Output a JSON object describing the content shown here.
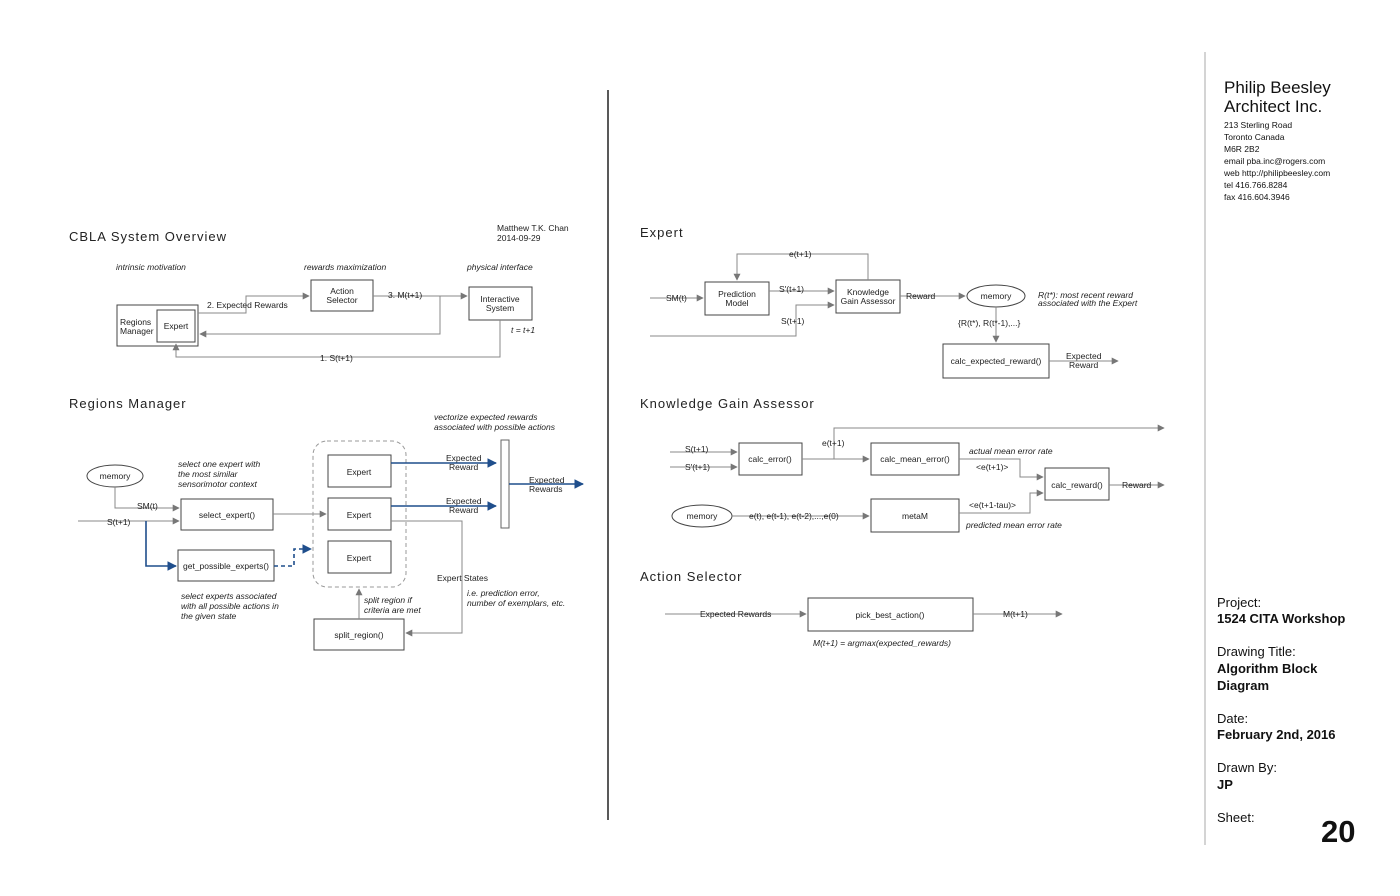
{
  "firm": {
    "name_line1": "Philip Beesley",
    "name_line2": "Architect Inc.",
    "address1": "213 Sterling Road",
    "address2": "Toronto Canada",
    "postal": "M6R 2B2",
    "email": "email  pba.inc@rogers.com",
    "web": "web  http://philipbeesley.com",
    "tel": "tel  416.766.8284",
    "fax": "fax  416.604.3946"
  },
  "title_block": {
    "project_label": "Project:",
    "project_value": "1524 CITA Workshop",
    "drawing_title_label": "Drawing Title:",
    "drawing_title_line1": "Algorithm Block",
    "drawing_title_line2": "Diagram",
    "date_label": "Date:",
    "date_value": "February 2nd, 2016",
    "drawn_by_label": "Drawn By:",
    "drawn_by_value": "JP",
    "sheet_label": "Sheet:",
    "sheet_number": "20"
  },
  "cbla": {
    "title": "CBLA System Overview",
    "author": "Matthew T.K. Chan",
    "date": "2014-09-29",
    "label_intrinsic": "intrinsic motivation",
    "label_rewards": "rewards maximization",
    "label_physical": "physical interface",
    "regions_manager_l1": "Regions",
    "regions_manager_l2": "Manager",
    "expert": "Expert",
    "action_selector_l1": "Action",
    "action_selector_l2": "Selector",
    "interactive_l1": "Interactive",
    "interactive_l2": "System",
    "edge_expected_rewards": "2. Expected Rewards",
    "edge_m": "3. M(t+1)",
    "edge_s": "1. S(t+1)",
    "t_eq": "t = t+1"
  },
  "regions": {
    "title": "Regions Manager",
    "vectorize_l1": "vectorize expected rewards",
    "vectorize_l2": "associated with possible actions",
    "memory": "memory",
    "select_note_l1": "select one expert with",
    "select_note_l2": "the most similar",
    "select_note_l3": "sensorimotor context",
    "sm": "SM(t)",
    "s": "S(t+1)",
    "select_expert": "select_expert()",
    "get_possible": "get_possible_experts()",
    "possible_note_l1": "select experts associated",
    "possible_note_l2": "with all possible actions in",
    "possible_note_l3": "the given state",
    "expert1": "Expert",
    "expert2": "Expert",
    "expert3": "Expert",
    "exp_reward_l1": "Expected",
    "exp_reward_l2": "Reward",
    "exp_rewards_l1": "Expected",
    "exp_rewards_l2": "Rewards",
    "expert_states": "Expert States",
    "states_note_l1": "i.e. prediction error,",
    "states_note_l2": "number of exemplars, etc.",
    "split_note_l1": "split region if",
    "split_note_l2": "criteria are met",
    "split_region": "split_region()"
  },
  "expert": {
    "title": "Expert",
    "e": "e(t+1)",
    "sm": "SM(t)",
    "prediction_l1": "Prediction",
    "prediction_l2": "Model",
    "s_prime": "S'(t+1)",
    "s": "S(t+1)",
    "kga_l1": "Knowledge",
    "kga_l2": "Gain Assessor",
    "reward": "Reward",
    "memory": "memory",
    "note_l1": "R(t*): most recent reward",
    "note_l2": "associated with the Expert",
    "r_list": "{R(t*), R(t*-1),...}",
    "calc": "calc_expected_reward()",
    "out_l1": "Expected",
    "out_l2": "Reward"
  },
  "kga": {
    "title": "Knowledge Gain Assessor",
    "s": "S(t+1)",
    "s_prime": "S'(t+1)",
    "calc_error": "calc_error()",
    "e": "e(t+1)",
    "calc_mean": "calc_mean_error()",
    "actual_note": "actual mean error rate",
    "e_avg": "<e(t+1)>",
    "calc_reward": "calc_reward()",
    "reward": "Reward",
    "memory": "memory",
    "e_list": "e(t), e(t-1), e(t-2),...,e(0)",
    "metam": "metaM",
    "e_tau": "<e(t+1-tau)>",
    "predicted_note": "predicted mean error rate"
  },
  "action_sel": {
    "title": "Action Selector",
    "in": "Expected Rewards",
    "fn": "pick_best_action()",
    "out": "M(t+1)",
    "formula": "M(t+1) = argmax(expected_rewards)"
  }
}
